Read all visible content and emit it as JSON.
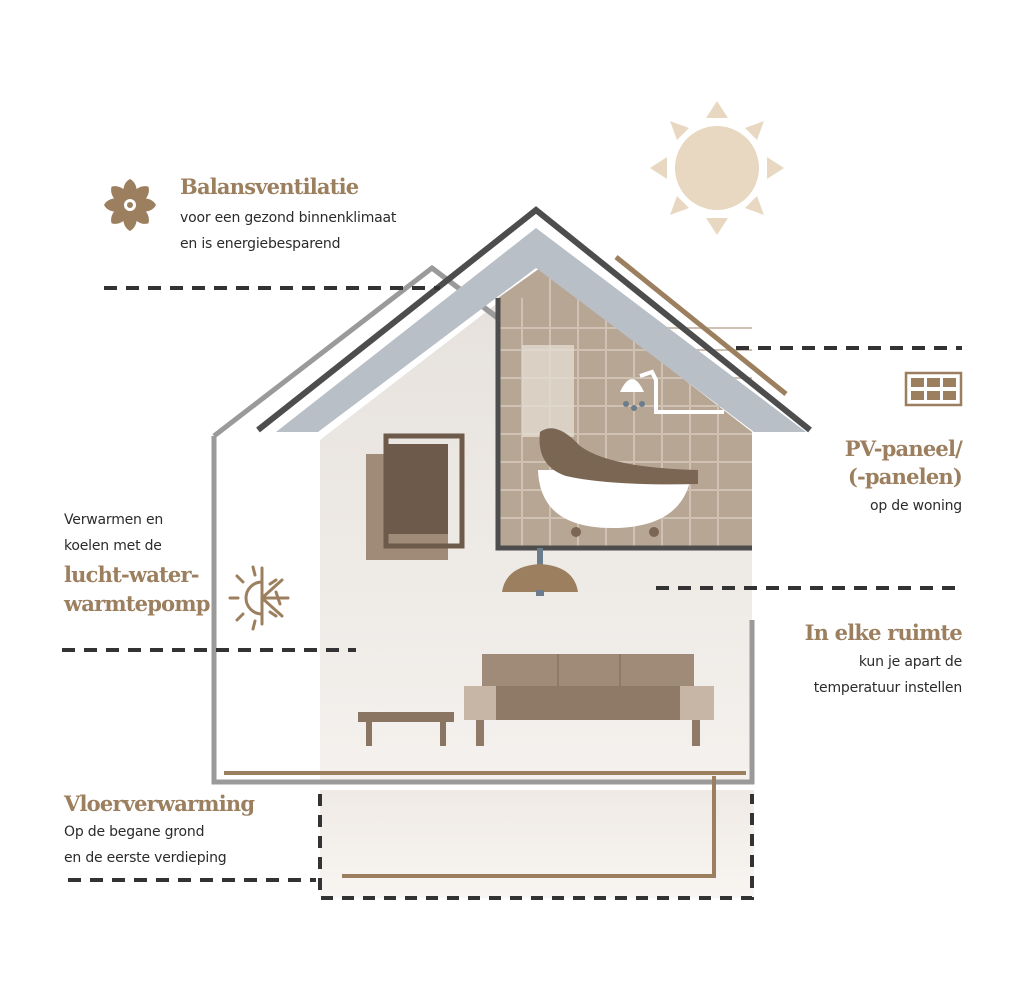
{
  "colors": {
    "accent": "#9c7f5e",
    "tile": "#b8a695",
    "roof": "#b9bfc6",
    "dark": "#4d4d4d",
    "sun": "#e8d8c2",
    "wall": "#eae6e2",
    "furniture": "#a08b79"
  },
  "labels": {
    "balansventilatie": {
      "title": "Balansventilatie",
      "line1": "voor een gezond binnenklimaat",
      "line2": "en is energiebesparend",
      "icon": "fan-icon"
    },
    "pv": {
      "title1": "PV-paneel/",
      "title2": "(-panelen)",
      "line1": "op de woning",
      "icon": "solar-panel-icon"
    },
    "warmtepomp": {
      "intro1": "Verwarmen en",
      "intro2": "koelen met de",
      "title1": "lucht-water-",
      "title2": "warmtepomp",
      "icon": "sun-snowflake-icon"
    },
    "ruimte": {
      "title": "In elke ruimte",
      "line1": "kun je apart de",
      "line2": "temperatuur instellen"
    },
    "vloer": {
      "title": "Vloerverwarming",
      "line1": "Op de begane grond",
      "line2": "en de eerste verdieping"
    }
  }
}
